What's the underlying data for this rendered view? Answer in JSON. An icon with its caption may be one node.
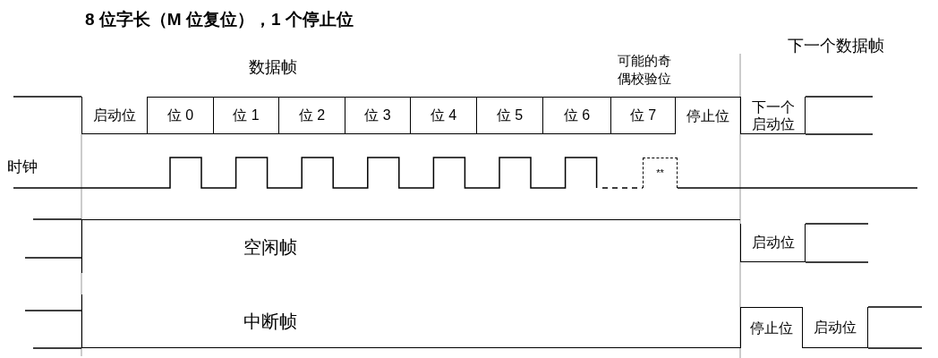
{
  "diagram": {
    "title": "8 位字长（M 位复位），1 个停止位",
    "nodes": [
      {
        "text": [
          "启动位"
        ]
      },
      {
        "text": [
          "位 0"
        ]
      },
      {
        "text": [
          "位 1"
        ]
      },
      {
        "text": [
          "位 2"
        ]
      },
      {
        "text": [
          "位 3"
        ]
      },
      {
        "text": [
          "位 4"
        ]
      },
      {
        "text": [
          "位 5"
        ]
      },
      {
        "text": [
          "位 6"
        ]
      },
      {
        "text": [
          "位 7"
        ]
      },
      {
        "text": [
          "停止位"
        ]
      },
      {
        "text": [
          "下一个启动位"
        ]
      },
      {
        "text": [
          "**"
        ]
      },
      {
        "text": [
          "空闲帧"
        ]
      },
      {
        "text": [
          "启动位"
        ]
      },
      {
        "text": [
          "中断帧"
        ]
      },
      {
        "text": [
          "停止位"
        ]
      },
      {
        "text": [
          "启动位"
        ]
      }
    ],
    "edges": [],
    "labels": [
      "数据帧",
      "可能的奇偶校验位",
      "下一个数据帧",
      "时钟"
    ]
  }
}
